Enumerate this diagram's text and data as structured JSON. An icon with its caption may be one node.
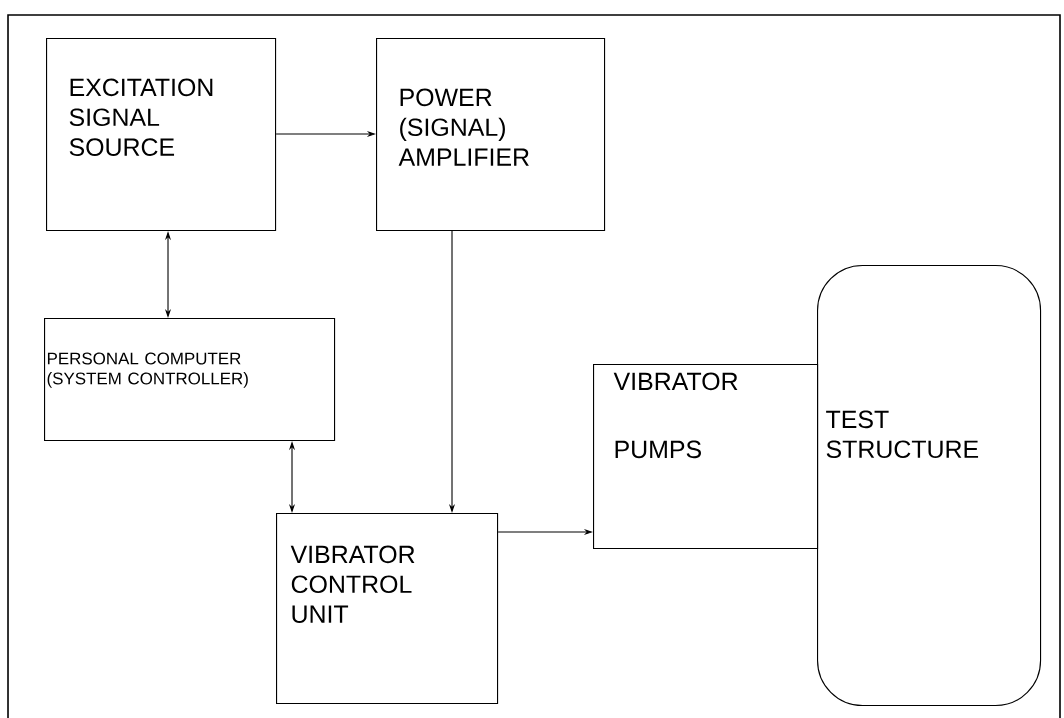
{
  "diagram": {
    "nodes": [
      {
        "text": [
          "EXCITATION SIGNAL SOURCE"
        ]
      },
      {
        "text": [
          "POWER (SIGNAL) AMPLIFIER"
        ]
      },
      {
        "text": [
          "PERSONAL COMPUTER (SYSTEM CONTROLLER)"
        ]
      },
      {
        "text": [
          "VIBRATOR CONTROL UNIT"
        ]
      },
      {
        "text": [
          "VIBRATOR",
          "PUMPS"
        ]
      },
      {
        "text": [
          "TEST STRUCTURE"
        ]
      }
    ],
    "edges": [
      {
        "from": 0,
        "to": 1,
        "arrow": "to"
      },
      {
        "from": 0,
        "to": 2,
        "arrow": "both"
      },
      {
        "from": 1,
        "to": 3,
        "arrow": "to"
      },
      {
        "from": 2,
        "to": 3,
        "arrow": "both"
      },
      {
        "from": 3,
        "to": 4,
        "arrow": "to"
      }
    ]
  }
}
